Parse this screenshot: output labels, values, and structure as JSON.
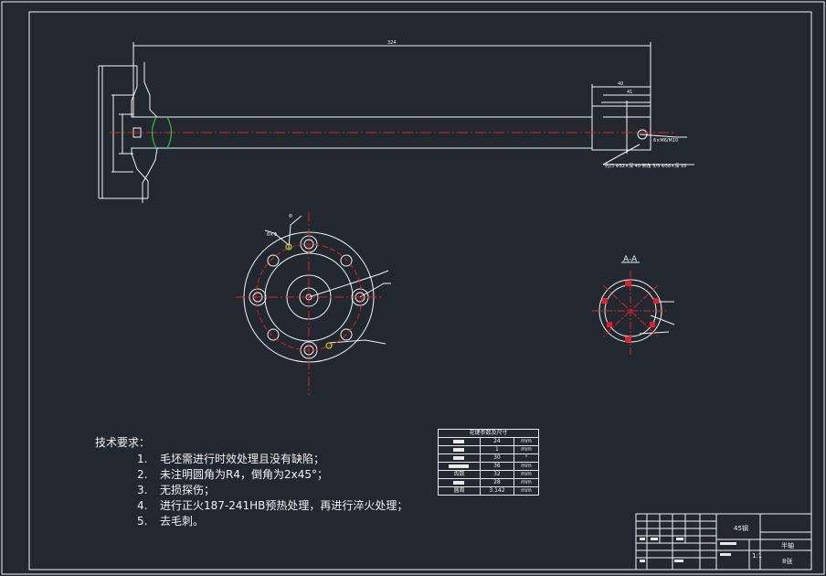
{
  "drawing": {
    "dimensions": {
      "overall_length": "324",
      "flange_diameter": "Φ",
      "end_length": "40",
      "end_width": "41",
      "callout": "6×M6/M10",
      "note": "孔口 Φ32×深 40 倒角 5/5 Φ38×深 10",
      "pcd_label": "6×Φ",
      "hole_label": "Φ",
      "section_label": "A-A"
    }
  },
  "tech_requirements": {
    "title": "技术要求：",
    "items": [
      {
        "num": "1.",
        "text": "毛坯需进行时效处理且没有缺陷；"
      },
      {
        "num": "2.",
        "text": "未注明圆角为R4，倒角为2x45°；"
      },
      {
        "num": "3.",
        "text": "无损探伤；"
      },
      {
        "num": "4.",
        "text": "进行正火187-241HB预热处理，再进行淬火处理；"
      },
      {
        "num": "5.",
        "text": "去毛刺。"
      }
    ]
  },
  "spline_table": {
    "header": "花键参数及尺寸",
    "rows": [
      {
        "value": "24",
        "unit": "mm"
      },
      {
        "value": "1",
        "unit": "mm"
      },
      {
        "value": "30",
        "unit": "°"
      },
      {
        "value": "36",
        "unit": "mm"
      },
      {
        "label": "齿数",
        "value": "32",
        "unit": "mm"
      },
      {
        "value": "28",
        "unit": "mm"
      },
      {
        "label": "圆周",
        "value": "3.142",
        "unit": "mm"
      }
    ]
  },
  "title_block": {
    "material": "45钢",
    "scale": "1:1",
    "part_name": "半轴",
    "sheet": "8张"
  },
  "colors": {
    "background": "#212830",
    "line": "#f2f2f2",
    "centerline": "#e0202a",
    "highlight": "#c8d400",
    "green": "#2fbf3a"
  }
}
